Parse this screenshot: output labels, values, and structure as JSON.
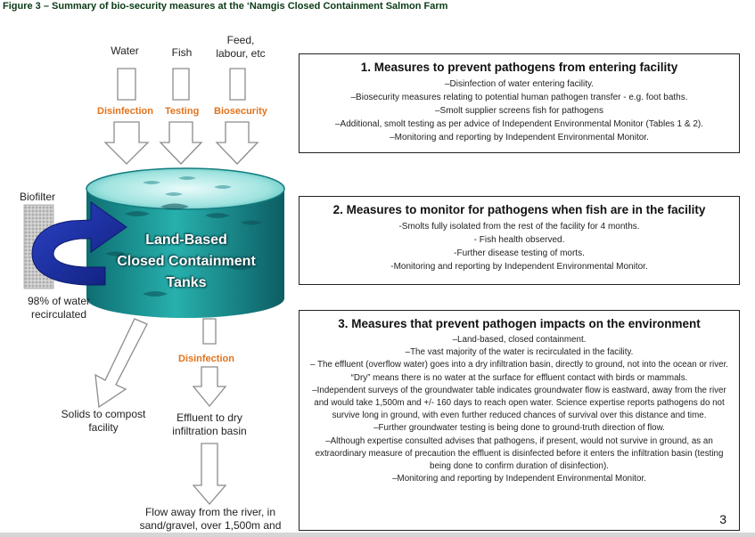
{
  "figure_title": "Figure 3 – Summary of bio-security measures at the ‘Namgis Closed Containment Salmon Farm",
  "inputs": {
    "water": "Water",
    "fish": "Fish",
    "feed": "Feed, labour, etc"
  },
  "input_stages": {
    "disinfection": "Disinfection",
    "testing": "Testing",
    "biosecurity": "Biosecurity"
  },
  "biofilter_label": "Biofilter",
  "recirculated_label": "98% of water recirculated",
  "tank_label": [
    "Land-Based",
    "Closed Containment",
    "Tanks"
  ],
  "outputs": {
    "solids": "Solids to compost facility",
    "effluent_disinfection": "Disinfection",
    "effluent": "Effluent to dry infiltration basin",
    "flow": "Flow away from the river, in sand/gravel, over 1,500m and"
  },
  "box1": {
    "title": "1.  Measures to prevent pathogens from entering facility",
    "lines": [
      "–Disinfection of water entering facility.",
      "–Biosecurity measures relating to potential human pathogen transfer - e.g. foot baths.",
      "–Smolt supplier screens fish for pathogens",
      "–Additional, smolt testing as per advice of Independent Environmental Monitor (Tables 1 & 2).",
      "–Monitoring and reporting by Independent Environmental Monitor."
    ]
  },
  "box2": {
    "title": "2. Measures to monitor for pathogens when fish are in the facility",
    "lines": [
      "-Smolts fully isolated from the rest of the facility for 4 months.",
      "- Fish health observed.",
      "-Further disease testing of morts.",
      "-Monitoring and reporting by Independent Environmental Monitor."
    ]
  },
  "box3": {
    "title": "3. Measures that prevent pathogen impacts on the environment",
    "lines": [
      "–Land-based, closed containment.",
      "–The vast majority of the water is recirculated in the facility.",
      "– The effluent (overflow water) goes into a dry infiltration basin, directly to ground, not into the ocean or river. “Dry” means there is no water at the surface for effluent contact with birds or mammals.",
      "–Independent surveys of the groundwater table indicates groundwater flow is eastward, away from the river and would take 1,500m and +/- 160 days to reach open water. Science expertise reports pathogens do not survive long in ground, with even further reduced chances of survival over this distance and time.",
      "–Further groundwater testing is being done to ground-truth direction of flow.",
      "–Although expertise consulted advises that pathogens, if present, would not survive in ground, as an extraordinary measure of precaution the effluent is disinfected before it enters the infiltration basin (testing being done to confirm duration of disinfection).",
      "–Monitoring and reporting by Independent Environmental Monitor."
    ]
  },
  "page_number": "3",
  "colors": {
    "title_green": "#0a3a16",
    "orange": "#e2731c",
    "tank_teal": "#1f9a9c",
    "arrow_blue": "#1c2fa8"
  }
}
